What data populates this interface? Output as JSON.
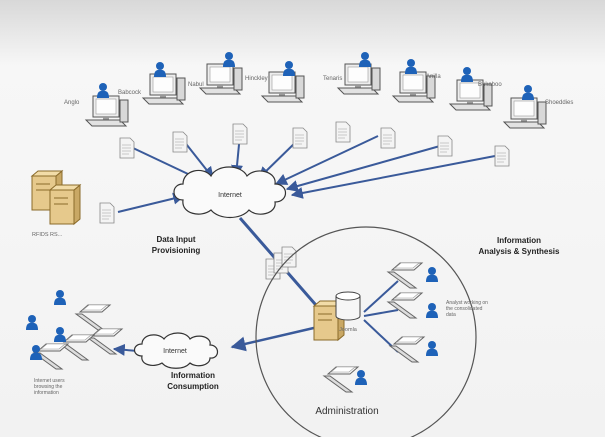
{
  "sections": {
    "data_input": [
      "Data Input",
      "Provisioning"
    ],
    "analysis": [
      "Information",
      "Analysis & Synthesis"
    ],
    "consumption": [
      "Information",
      "Consumption"
    ],
    "administration": "Administration"
  },
  "clouds": {
    "top": "Internet",
    "bottom": "Internet"
  },
  "server_labels": {
    "left_servers": "RFIDS RS...",
    "central": "Joomla"
  },
  "providers": [
    "Anglo",
    "Babcock",
    "Nabul",
    "Hinckley",
    "Tenaris",
    "Anilla",
    "Bukaboo",
    "Shoeddies"
  ],
  "analyst_note": "Analyst working on the consolidated data",
  "users_note": "Internet users browsing the information",
  "colors": {
    "connector": "#3a5a9a",
    "person": "#1e62b8",
    "server_body": "#e6c98c"
  }
}
